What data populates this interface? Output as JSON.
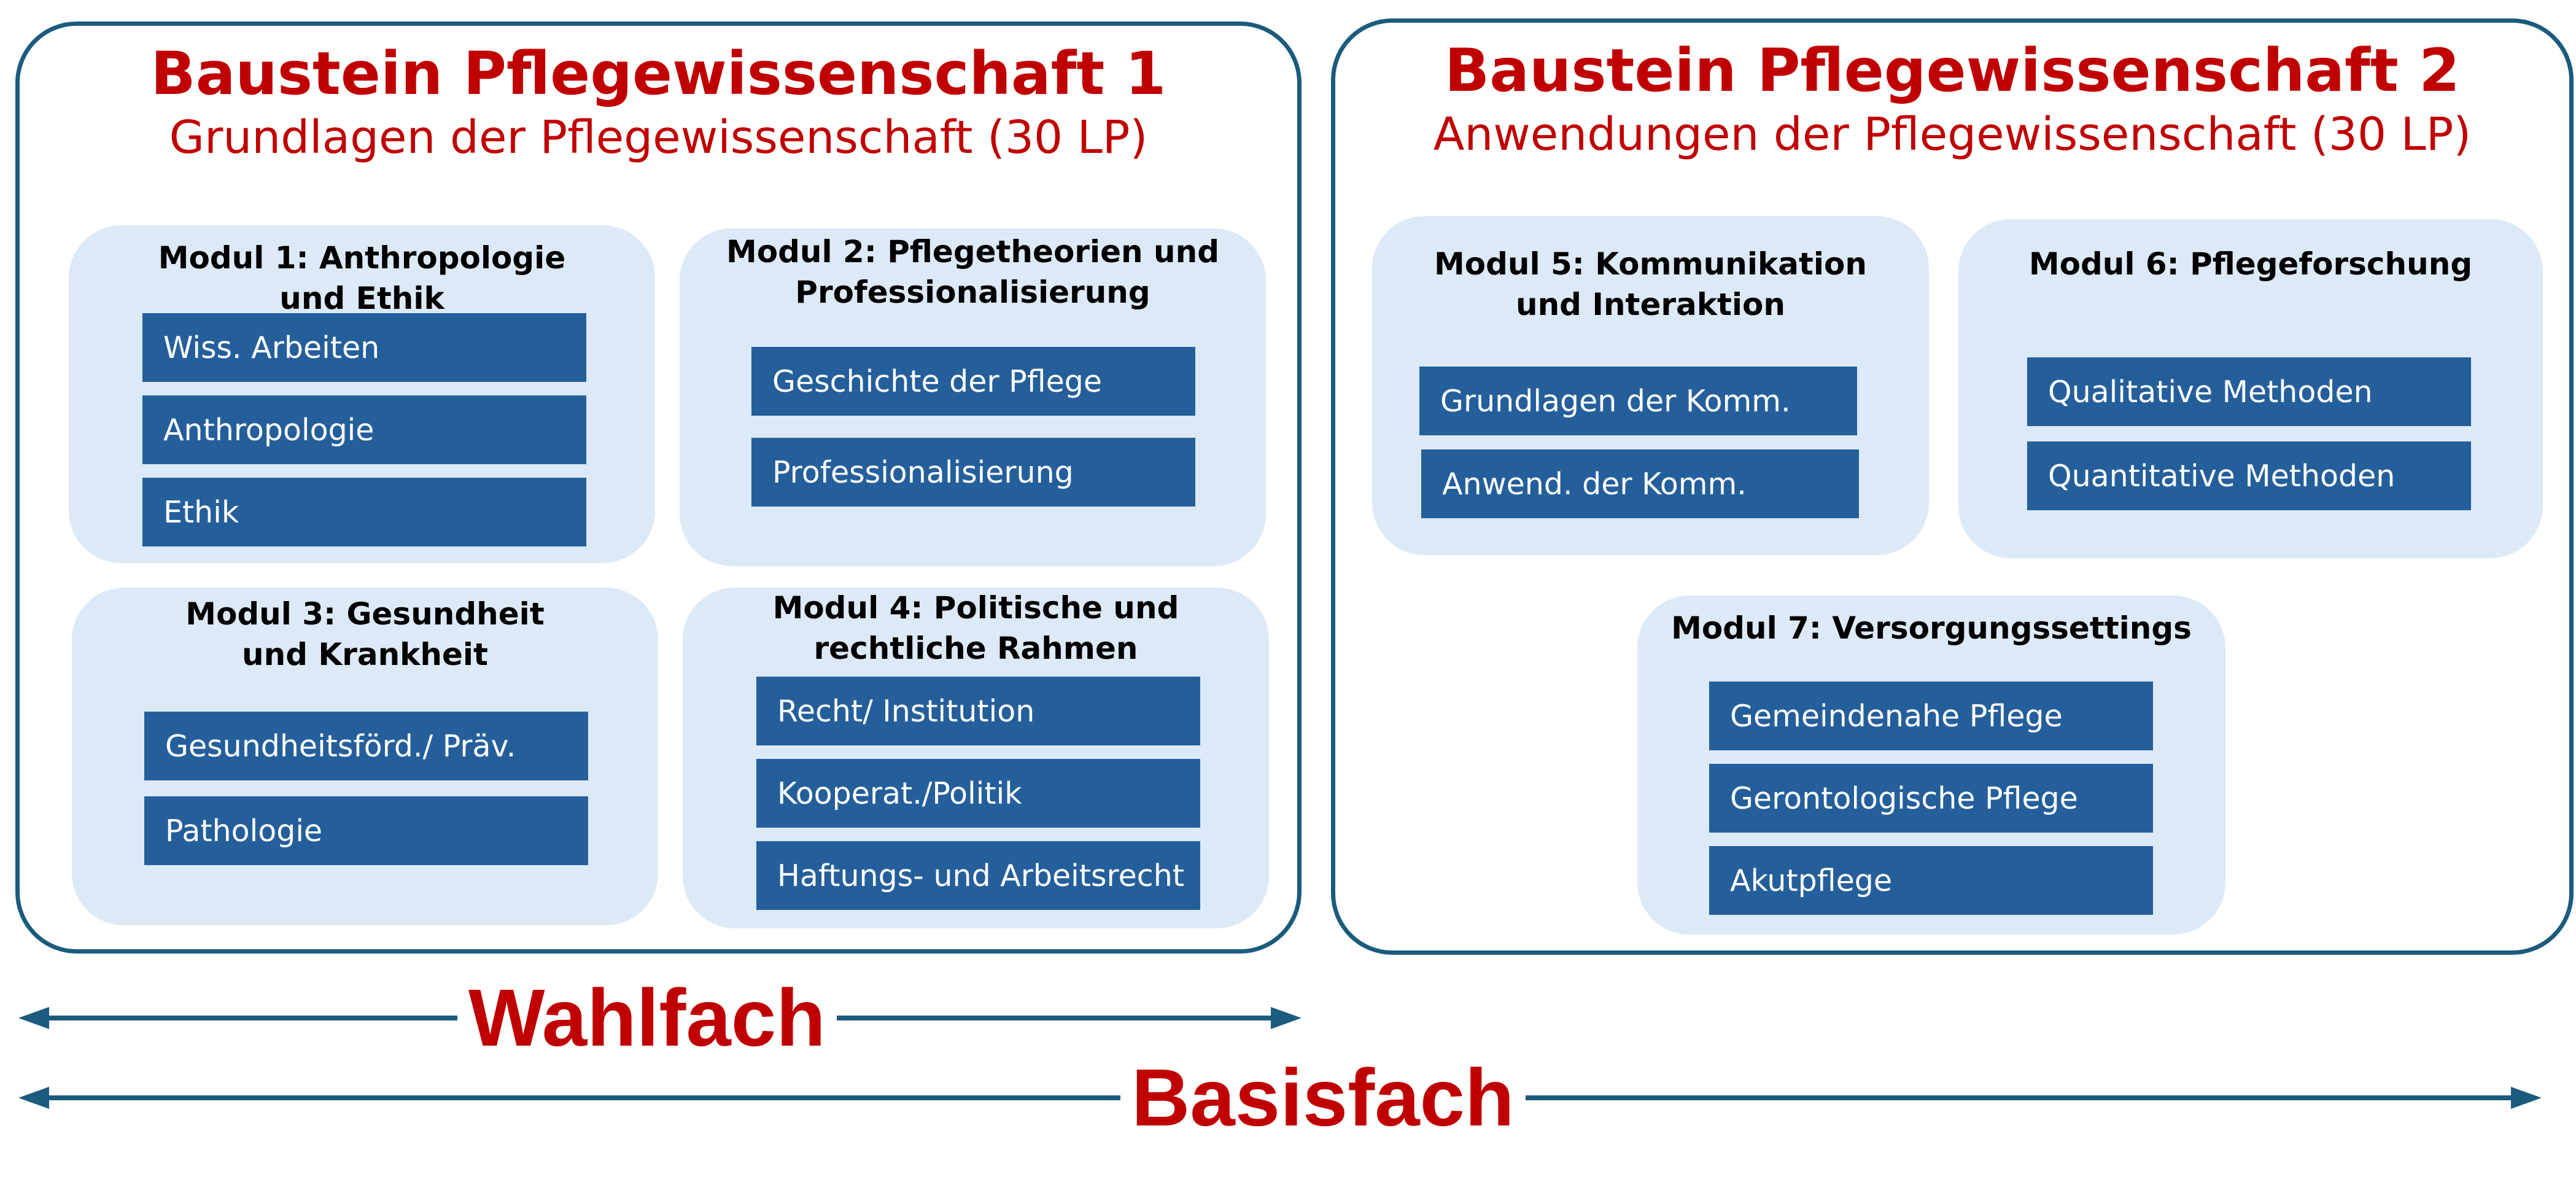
{
  "colors": {
    "title_red": "#c00000",
    "frame_blue": "#1a5b7e",
    "module_bg": "#dce9f6",
    "chip_blue": "#245f9b"
  },
  "panel1": {
    "title": "Baustein Pflegewissenschaft 1",
    "subtitle": "Grundlagen der Pflegewissenschaft (30 LP)",
    "modules": [
      {
        "title_line1": "Modul 1: Anthropologie",
        "title_line2": "und Ethik",
        "items": [
          "Wiss. Arbeiten",
          "Anthropologie",
          "Ethik"
        ]
      },
      {
        "title_line1": "Modul 2: Pflegetheorien und",
        "title_line2": "Professionalisierung",
        "items": [
          "Geschichte der Pflege",
          "Professionalisierung"
        ]
      },
      {
        "title_line1": "Modul 3: Gesundheit",
        "title_line2": "und Krankheit",
        "items": [
          "Gesundheitsförd./ Präv.",
          "Pathologie"
        ]
      },
      {
        "title_line1": "Modul 4: Politische und",
        "title_line2": "rechtliche Rahmen",
        "items": [
          "Recht/ Institution",
          "Kooperat./Politik",
          "Haftungs- und Arbeitsrecht"
        ]
      }
    ]
  },
  "panel2": {
    "title": "Baustein Pflegewissenschaft 2",
    "subtitle": "Anwendungen der Pflegewissenschaft (30 LP)",
    "modules": [
      {
        "title_line1": "Modul 5: Kommunikation",
        "title_line2": "und Interaktion",
        "items": [
          "Grundlagen der Komm.",
          "Anwend. der Komm."
        ]
      },
      {
        "title_line1": "Modul 6: Pflegeforschung",
        "items": [
          "Qualitative Methoden",
          "Quantitative Methoden"
        ]
      },
      {
        "title_line1": "Modul 7: Versorgungssettings",
        "items": [
          "Gemeindenahe Pflege",
          "Gerontologische Pflege",
          "Akutpflege"
        ]
      }
    ]
  },
  "arrows": {
    "wahlfach": "Wahlfach",
    "basisfach": "Basisfach"
  }
}
